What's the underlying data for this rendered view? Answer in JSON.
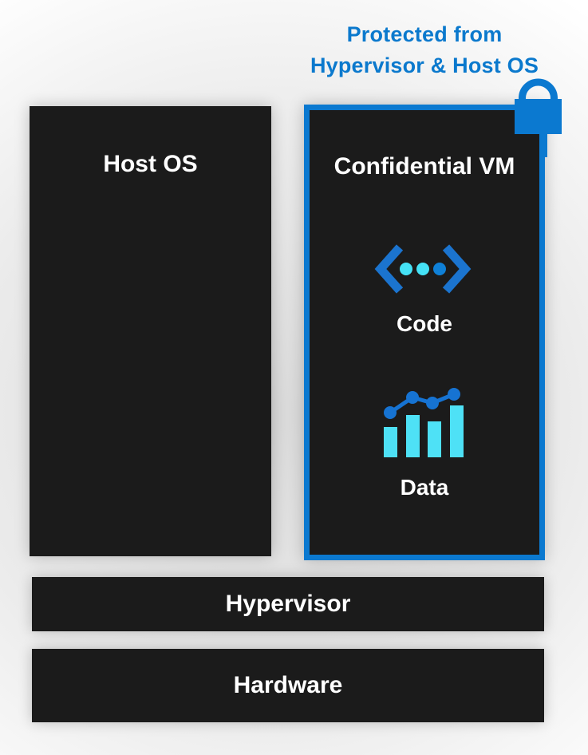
{
  "caption": {
    "line1": "Protected from",
    "line2": "Hypervisor & Host OS"
  },
  "boxes": {
    "host_os": {
      "label": "Host OS"
    },
    "confidential_vm": {
      "label": "Confidential VM",
      "items": [
        {
          "icon": "code-brackets-icon",
          "label": "Code"
        },
        {
          "icon": "bar-chart-trend-icon",
          "label": "Data"
        }
      ]
    },
    "hypervisor": {
      "label": "Hypervisor"
    },
    "hardware": {
      "label": "Hardware"
    }
  },
  "icons": {
    "lock": "lock-icon"
  },
  "colors": {
    "caption_blue": "#0b79cd",
    "vm_border_blue": "#0b79d0",
    "lock_blue": "#0b79d0",
    "box_dark": "#1b1b1b",
    "bracket_blue": "#1b74cf",
    "dot_cyan": "#45e2f6",
    "dot_dark_blue": "#0f80d7",
    "bar_cyan": "#4ee1f6",
    "trend_line_blue": "#1673d2",
    "text_white": "#ffffff"
  }
}
